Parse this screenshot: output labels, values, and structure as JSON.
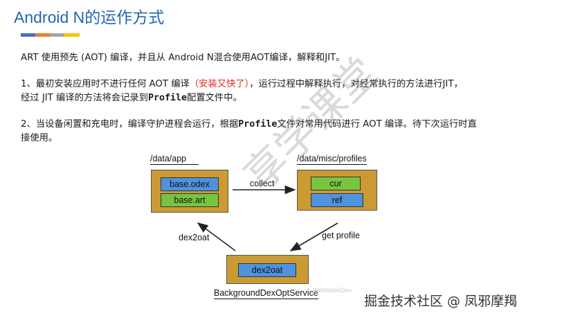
{
  "title": "Android N的运作方式",
  "colors": {
    "title": "#2366b3",
    "bar_blue": "#4472c4",
    "bar_orange": "#ed7d31",
    "bar_gray": "#a5a5a5",
    "bar_yellow": "#ffc000",
    "box": "#cb9a32",
    "chip_blue": "#4f92de",
    "chip_green": "#77c442",
    "highlight": "#e0261f"
  },
  "paragraphs": {
    "p0": "ART 使用预先 (AOT) 编译，并且从 Android N混合使用AOT编译，解释和JIT。",
    "p1_a": "1、最初安装应用时不进行任何 AOT 编译",
    "p1_red": "（安装又快了）",
    "p1_b": "，运行过程中解释执行，对经常执行的方法进行JIT，",
    "p1_c": "经过 JIT 编译的方法将会记录到",
    "p1_bold": "Profile",
    "p1_d": "配置文件中。",
    "p2_a": "2、当设备闲置和充电时，编译守护进程会运行，根据",
    "p2_bold": "Profile",
    "p2_b": "文件对常用代码进行 AOT 编译。待下次运行时直",
    "p2_c": "接使用。"
  },
  "diagram": {
    "app_label": "/data/app",
    "app_items": [
      "base.odex",
      "base.art"
    ],
    "profiles_label": "/data/misc/profiles",
    "profiles_items": [
      "cur",
      "ref"
    ],
    "collect_label": "collect",
    "get_profile_label": "get profile",
    "dex2oat_arrow_label": "dex2oat",
    "service_item": "dex2oat",
    "service_label": "BackgroundDexOptService"
  },
  "watermark_small": "WeMobileDev",
  "watermark_big": "享学课堂",
  "footer": "掘金技术社区 @ 凤邪摩羯"
}
